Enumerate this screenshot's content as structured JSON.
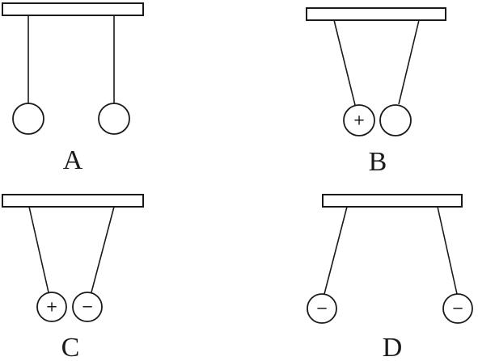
{
  "panels": [
    {
      "label": "A",
      "left_charge": "",
      "right_charge": ""
    },
    {
      "label": "B",
      "left_charge": "+",
      "right_charge": ""
    },
    {
      "label": "C",
      "left_charge": "+",
      "right_charge": "−"
    },
    {
      "label": "D",
      "left_charge": "−",
      "right_charge": "−"
    }
  ]
}
